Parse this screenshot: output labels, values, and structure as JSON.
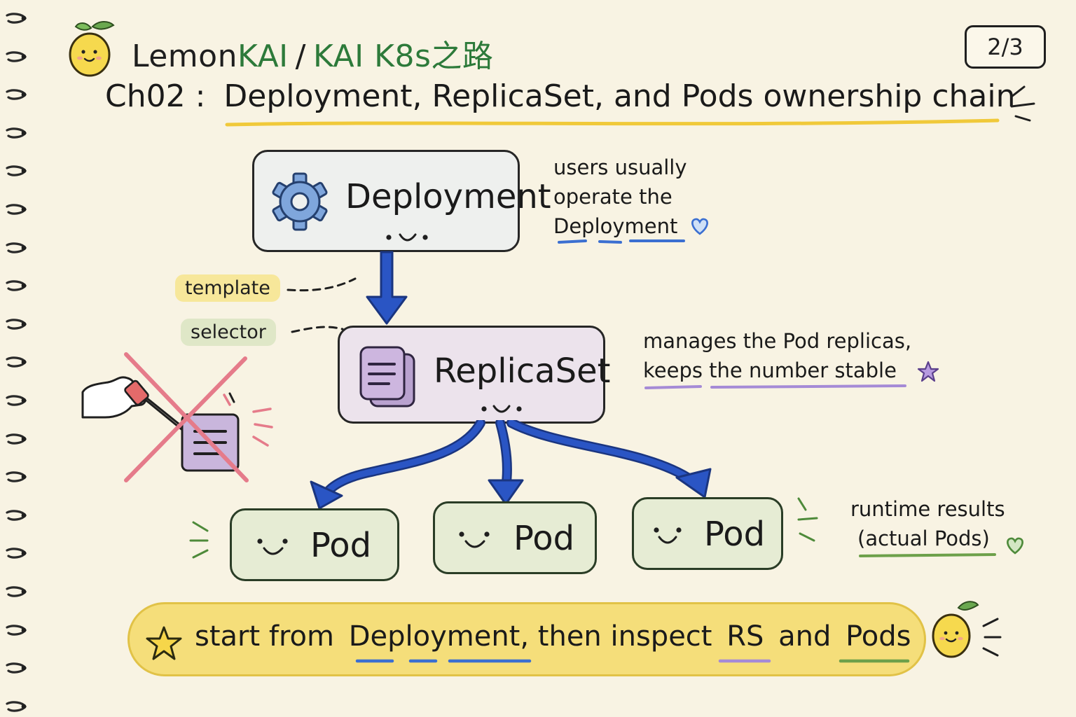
{
  "header": {
    "brand_part1": "Lemon",
    "brand_part2": "KAI",
    "separator": "/",
    "series_title": "KAI K8s之路",
    "page_indicator": "2/3"
  },
  "title": {
    "chapter": "Ch02 :",
    "text": "Deployment, ReplicaSet, and Pods ownership chain"
  },
  "nodes": {
    "deployment": "Deployment",
    "replicaset": "ReplicaSet",
    "pods": [
      "Pod",
      "Pod",
      "Pod"
    ]
  },
  "tags": {
    "template": "template",
    "selector": "selector"
  },
  "notes": {
    "deployment": [
      "users usually",
      "operate the",
      "Deployment"
    ],
    "replicaset": [
      "manages the Pod replicas,",
      "keeps the number stable"
    ],
    "pods": [
      "runtime results",
      "(actual Pods)"
    ]
  },
  "banner": {
    "part1": "start from",
    "word_deployment": "Deployment",
    "part2": ", then inspect",
    "word_rs": "RS",
    "part3": "and",
    "word_pods": "Pods"
  },
  "icons": {
    "mascot": "lemon-mascot-icon",
    "deployment": "gear-icon",
    "replicaset": "document-stack-icon",
    "crossed_out": "hand-editing-pod-crossed-icon"
  },
  "colors": {
    "paper": "#f8f3e3",
    "arrow": "#2a55c4",
    "deployment_fill": "#eef0ee",
    "replicaset_fill": "#ece3ec",
    "pod_fill": "#e6ecd4",
    "banner_fill": "#f5de7a",
    "brand_green": "#2d7a3a",
    "underline_yellow": "#f0c93a",
    "underline_blue": "#3b6fd1",
    "underline_purple": "#a58ad6",
    "underline_green": "#6da04a",
    "cross_red": "#e57b8a"
  }
}
